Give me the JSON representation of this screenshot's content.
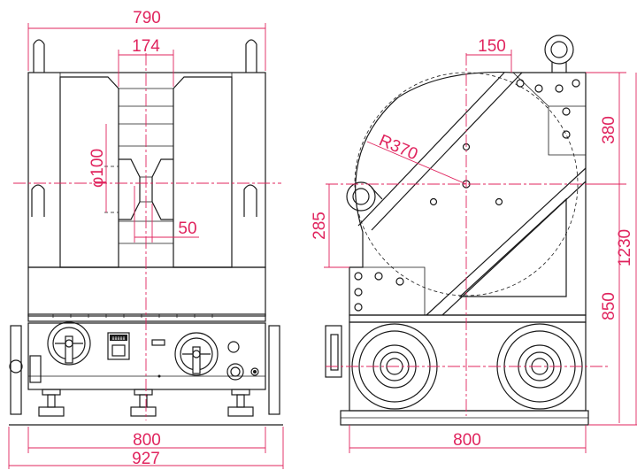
{
  "colors": {
    "line": "#1a1a1a",
    "dimension": "#e0245e",
    "background": "#ffffff"
  },
  "front_view": {
    "width_top": "790",
    "inner_width": "174",
    "bore_diameter": "φ100",
    "offset": "50",
    "width_base": "800",
    "width_overall": "927"
  },
  "side_view": {
    "offset_top": "150",
    "radius": "R370",
    "height_upper": "380",
    "height_total": "1230",
    "hook_height": "285",
    "height_lower": "850",
    "rail_width": "800"
  },
  "display": {
    "counter_value": "88888"
  }
}
